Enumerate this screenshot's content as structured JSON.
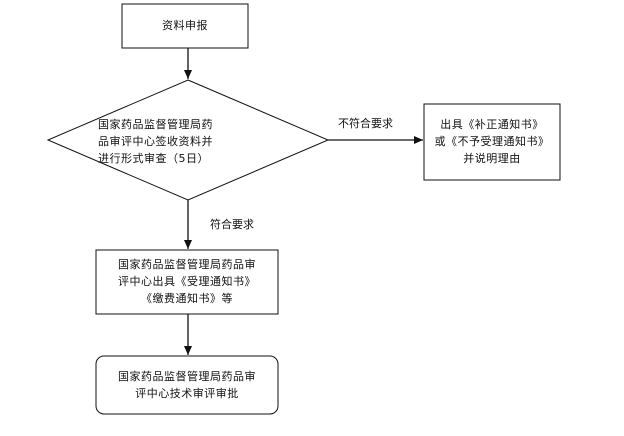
{
  "nodes": {
    "submit": {
      "lines": [
        "资料申报"
      ]
    },
    "review": {
      "lines": [
        "国家药品监督管理局药",
        "品审评中心签收资料并",
        "进行形式审查（5日）"
      ]
    },
    "reject": {
      "lines": [
        "出具《补正通知书》",
        "或《不予受理通知书》",
        "并说明理由"
      ]
    },
    "accept": {
      "lines": [
        "国家药品监督管理局药品审",
        "评中心出具《受理通知书》",
        "《缴费通知书》等"
      ]
    },
    "tech_review": {
      "lines": [
        "国家药品监督管理局药品审",
        "评中心技术审评审批"
      ]
    }
  },
  "edges": {
    "not_compliant": "不符合要求",
    "compliant": "符合要求"
  },
  "colors": {
    "stroke": "#111111",
    "text": "#111111",
    "background": "#ffffff"
  }
}
